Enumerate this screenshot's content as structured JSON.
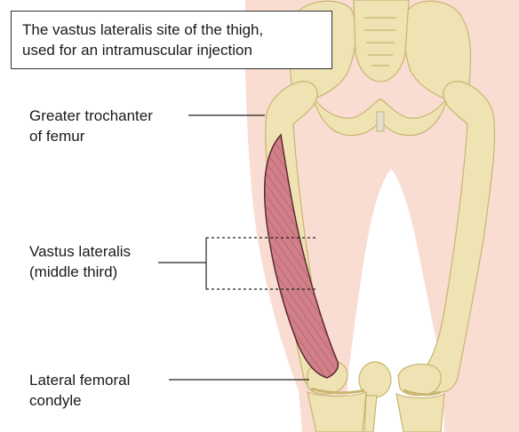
{
  "title": {
    "line1": "The vastus lateralis site of the thigh,",
    "line2": "used for an intramuscular injection"
  },
  "labels": {
    "greater_trochanter": {
      "line1": "Greater trochanter",
      "line2": "of femur"
    },
    "vastus_lateralis": {
      "line1": "Vastus lateralis",
      "line2": "(middle third)"
    },
    "lateral_condyle": {
      "line1": "Lateral femoral",
      "line2": "condyle"
    }
  },
  "colors": {
    "skin": "#f9dcd2",
    "bone": "#efe3b3",
    "bone_outline": "#c9b470",
    "muscle": "#d1808a",
    "muscle_outline": "#5a2a30",
    "cartilage": "#e4ded0",
    "leader_line": "#222222"
  }
}
